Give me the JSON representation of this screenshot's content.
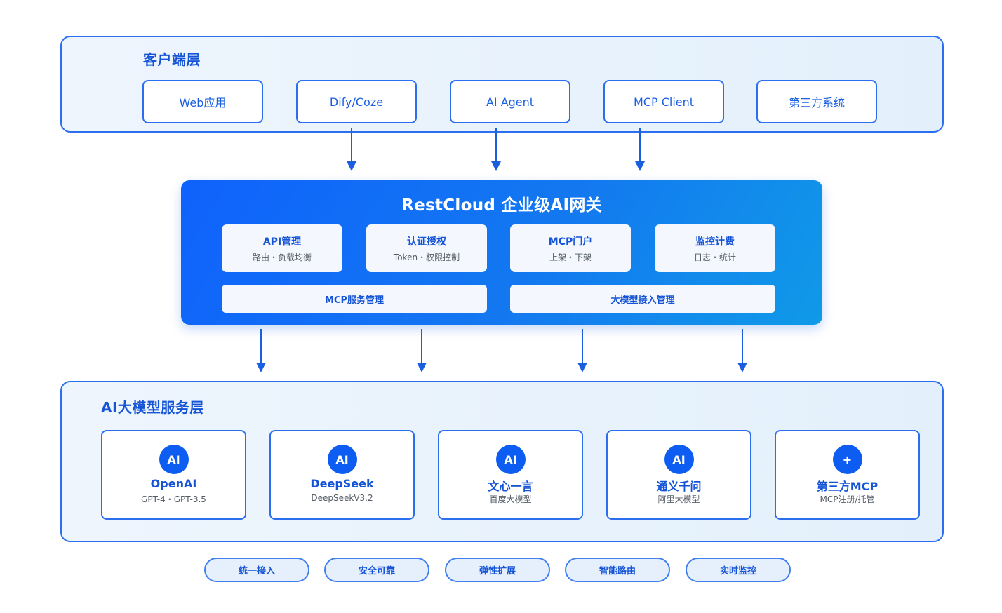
{
  "client_layer": {
    "title": "客户端层",
    "items": [
      "Web应用",
      "Dify/Coze",
      "AI Agent",
      "MCP Client",
      "第三方系统"
    ]
  },
  "gateway": {
    "title": "RestCloud 企业级AI网关",
    "modules": [
      {
        "title": "API管理",
        "sub": "路由・负载均衡"
      },
      {
        "title": "认证授权",
        "sub": "Token・权限控制"
      },
      {
        "title": "MCP门户",
        "sub": "上架・下架"
      },
      {
        "title": "监控计费",
        "sub": "日志・统计"
      }
    ],
    "bars": [
      "MCP服务管理",
      "大模型接入管理"
    ]
  },
  "model_layer": {
    "title": "AI大模型服务层",
    "cards": [
      {
        "badge": "AI",
        "name": "OpenAI",
        "sub": "GPT-4・GPT-3.5"
      },
      {
        "badge": "AI",
        "name": "DeepSeek",
        "sub": "DeepSeekV3.2"
      },
      {
        "badge": "AI",
        "name": "文心一言",
        "sub": "百度大模型"
      },
      {
        "badge": "AI",
        "name": "通义千问",
        "sub": "阿里大模型"
      },
      {
        "badge": "+",
        "name": "第三方MCP",
        "sub": "MCP注册/托管"
      }
    ]
  },
  "features": [
    "统一接入",
    "安全可靠",
    "弹性扩展",
    "智能路由",
    "实时监控"
  ],
  "colors": {
    "accent": "#1a5fe0",
    "border": "#2b6ff0",
    "gateway_start": "#0f62fc",
    "gateway_end": "#109ae8",
    "layer_bg": "#eef5fd"
  }
}
